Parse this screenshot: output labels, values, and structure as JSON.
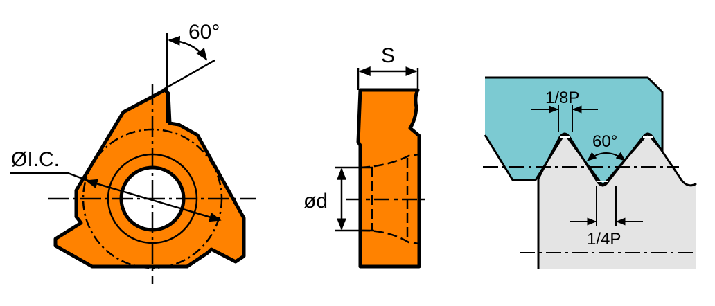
{
  "colors": {
    "insert": "#ff8200",
    "tool": "#7ccad2",
    "workpiece": "#e4e4e4",
    "line": "#000000"
  },
  "insert_top_view": {
    "angle_label": "60°",
    "ic_label": "ØI.C."
  },
  "insert_side_view": {
    "thickness_label": "S",
    "hole_label": "ød"
  },
  "thread_profile": {
    "crest_label": "1/8P",
    "angle_label": "60°",
    "root_label": "1/4P"
  }
}
